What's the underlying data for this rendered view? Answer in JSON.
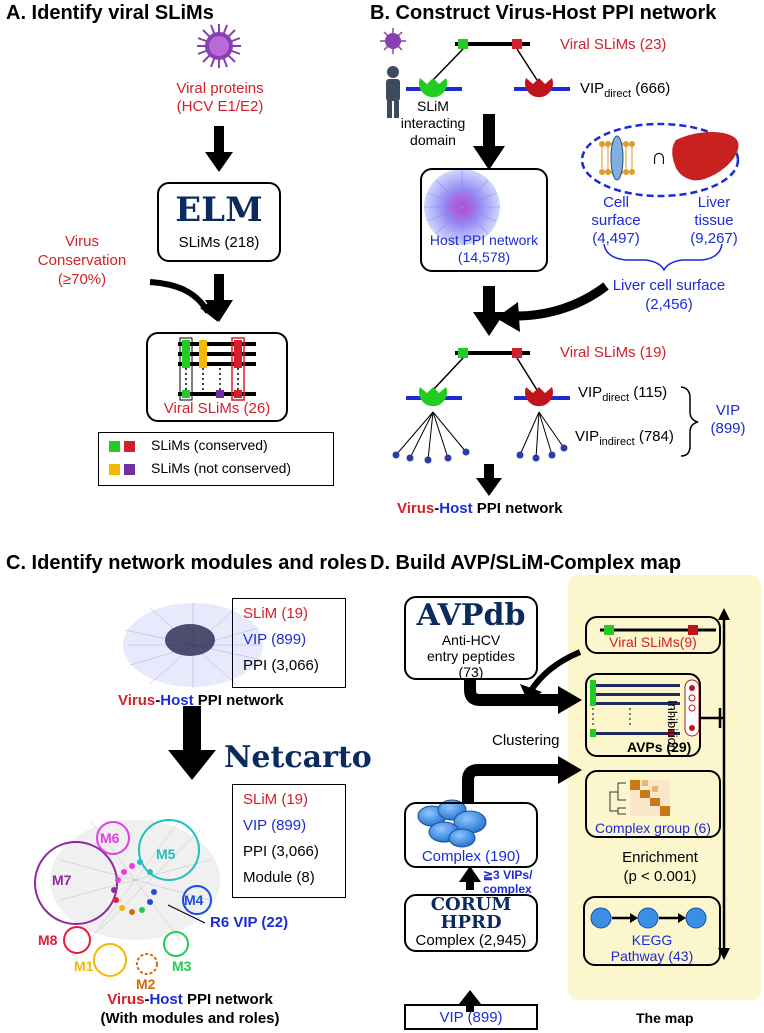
{
  "panelA": {
    "title": "A.  Identify viral SLiMs",
    "viral_proteins_1": "Viral proteins",
    "viral_proteins_2": "(HCV E1/E2)",
    "elm_logo": "ELM",
    "elm_slims": "SLiMs (218)",
    "cons_1": "Virus",
    "cons_2": "Conservation",
    "cons_3": "(≥70%)",
    "viral_slims": "Viral SLiMs (26)",
    "legend_conserved": "SLiMs (conserved)",
    "legend_not_conserved": "SLiMs (not conserved)"
  },
  "panelB": {
    "title": "B.  Construct Virus-Host PPI network",
    "viral_slims_top": "Viral SLiMs (23)",
    "vip_direct_top_a": "VIP",
    "vip_direct_top_sub": "direct",
    "vip_direct_top_b": " (666)",
    "domain_1": "SLiM",
    "domain_2": "interacting",
    "domain_3": "domain",
    "intersect": "∩",
    "host_1": "Host PPI network",
    "host_2": "(14,578)",
    "cell_1": "Cell",
    "cell_2": "surface",
    "cell_3": "(4,497)",
    "liver_1": "Liver",
    "liver_2": "tissue",
    "liver_3": "(9,267)",
    "lcs_1": "Liver cell surface",
    "lcs_2": "(2,456)",
    "viral_slims_bottom": "Viral SLiMs (19)",
    "vip_direct_a": "VIP",
    "vip_direct_sub": "direct",
    "vip_direct_b": " (115)",
    "vip_indirect_a": "VIP",
    "vip_indirect_sub": "indirect",
    "vip_indirect_b": " (784)",
    "vip_1": "VIP",
    "vip_2": "(899)",
    "net_virus": "Virus",
    "net_dash": "-",
    "net_host": "Host",
    "net_ppi": " PPI network"
  },
  "panelC": {
    "title": "C.  Identify network modules and roles",
    "stats1": {
      "slim": "SLiM (19)",
      "vip": "VIP (899)",
      "ppi": "PPI (3,066)"
    },
    "net_virus": "Virus",
    "net_dash": "-",
    "net_host": "Host",
    "net_ppi": " PPI network",
    "netcarto": "Netcarto",
    "stats2": {
      "slim": "SLiM (19)",
      "vip": "VIP (899)",
      "ppi": "PPI (3,066)",
      "module": "Module (8)"
    },
    "modules": {
      "m1": "M1",
      "m2": "M2",
      "m3": "M3",
      "m4": "M4",
      "m5": "M5",
      "m6": "M6",
      "m7": "M7",
      "m8": "M8"
    },
    "r6": "R6 VIP (22)",
    "net2_virus": "Virus",
    "net2_dash": "-",
    "net2_host": "Host",
    "net2_ppi": " PPI network",
    "net2_line2": "(With modules and roles)"
  },
  "panelD": {
    "title": "D.  Build AVP/SLiM-Complex map",
    "avpdb": "AVPdb",
    "avpdb_1": "Anti-HCV",
    "avpdb_2": "entry peptides",
    "avpdb_3": "(73)",
    "viral_slims": "Viral SLiMs(9)",
    "inhibition": "Inhibition",
    "avps": "AVPs (29)",
    "clustering": "Clustering",
    "complex_group": "Complex group (6)",
    "complex": "Complex (190)",
    "vips_complex_1": "≧3 VIPs/",
    "vips_complex_2": "complex",
    "enrich_1": "Enrichment",
    "enrich_2": "(p < 0.001)",
    "corum": "CORUM",
    "hprd": "HPRD",
    "complex_total": "Complex (2,945)",
    "kegg_1": "KEGG",
    "kegg_2": "Pathway (43)",
    "vip": "VIP (899)",
    "the_map": "The map"
  },
  "colors": {
    "red": "#d3202a",
    "blue": "#1c2bd6",
    "green": "#22cc22",
    "yellow": "#f5b800",
    "purple": "#7030a0",
    "map_bg": "#fbf6cc"
  }
}
